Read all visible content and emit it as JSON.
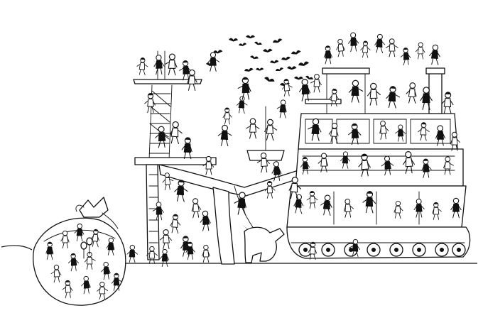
{
  "scene": {
    "style": "black-and-white line illustration",
    "ink_color": "#111111",
    "paper_color": "#ffffff"
  },
  "icons": {
    "crowd": "person-silhouette",
    "birds": "bird-silhouette",
    "balloons": "balloon-shape"
  }
}
